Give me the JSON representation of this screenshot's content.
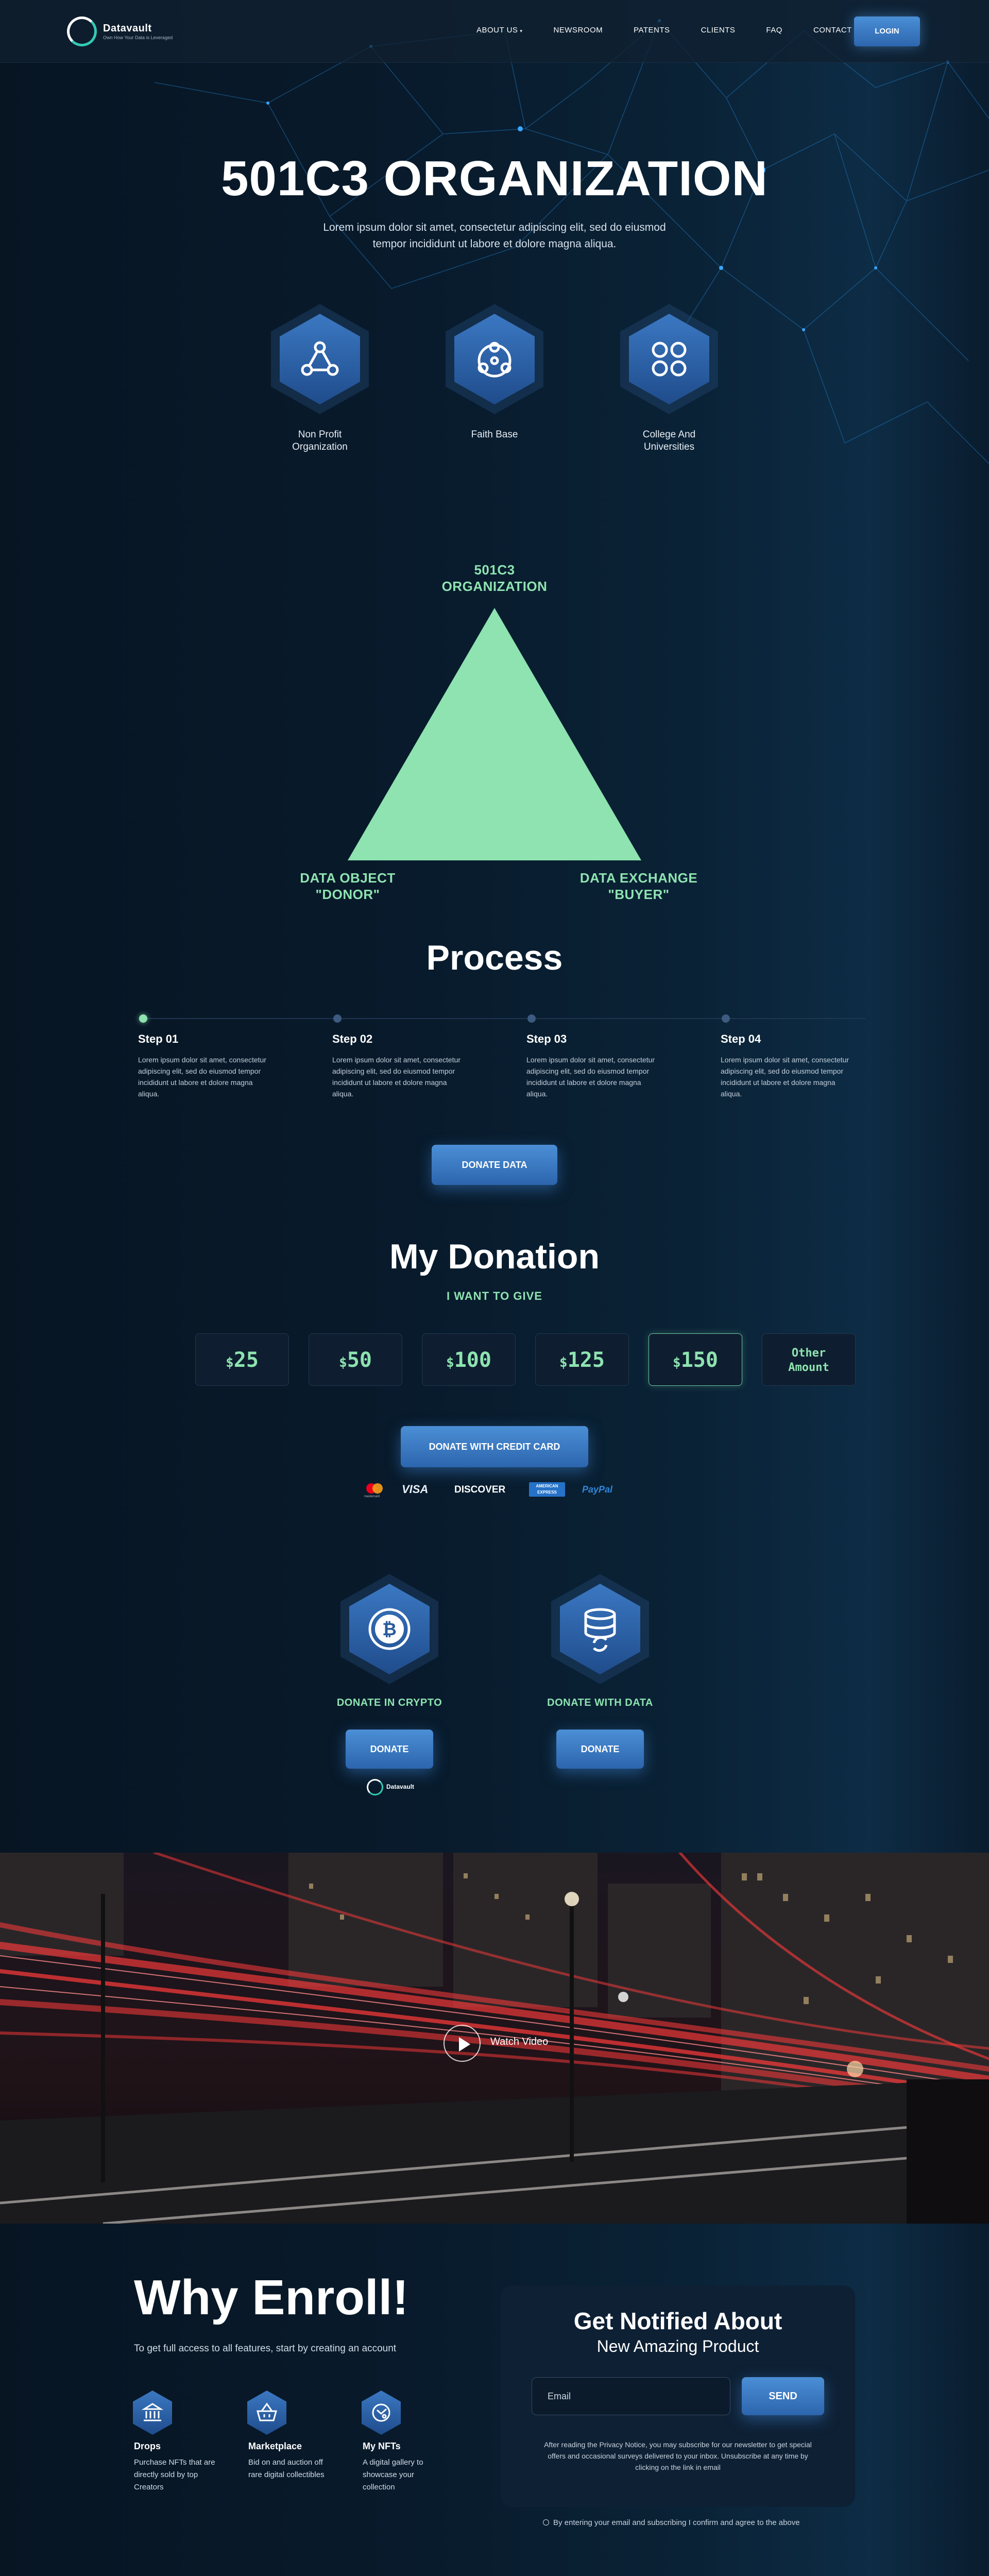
{
  "nav": {
    "logo_name": "Datavault",
    "logo_tagline": "Own How Your Data is Leveraged",
    "links": [
      "ABOUT US",
      "NEWSROOM",
      "PATENTS",
      "CLIENTS",
      "FAQ",
      "CONTACT"
    ],
    "login": "LOGIN"
  },
  "hero": {
    "title": "501C3 ORGANIZATION",
    "subtitle_line1": "Lorem ipsum dolor sit amet, consectetur adipiscing elit, sed do eiusmod",
    "subtitle_line2": "tempor incididunt ut labore et dolore magna aliqua.",
    "categories": [
      {
        "icon": "network-nodes-icon",
        "line1": "Non Profit",
        "line2": "Organization"
      },
      {
        "icon": "community-icon",
        "line1": "Faith Base",
        "line2": ""
      },
      {
        "icon": "connected-circles-icon",
        "line1": "College And",
        "line2": "Universities"
      }
    ]
  },
  "triangle": {
    "top_line1": "501C3",
    "top_line2": "ORGANIZATION",
    "left_line1": "DATA OBJECT",
    "left_line2": "\"DONOR\"",
    "right_line1": "DATA EXCHANGE",
    "right_line2": "\"BUYER\"",
    "color": "#8ee3b0"
  },
  "process": {
    "title": "Process",
    "steps": [
      {
        "title": "Step 01",
        "text": "Lorem ipsum dolor sit amet, consectetur adipiscing elit, sed do eiusmod tempor incididunt ut labore et dolore magna aliqua."
      },
      {
        "title": "Step 02",
        "text": "Lorem ipsum dolor sit amet, consectetur adipiscing elit, sed do eiusmod tempor incididunt ut labore et dolore magna aliqua."
      },
      {
        "title": "Step 03",
        "text": "Lorem ipsum dolor sit amet, consectetur adipiscing elit, sed do eiusmod tempor incididunt ut labore et dolore magna aliqua."
      },
      {
        "title": "Step 04",
        "text": "Lorem ipsum dolor sit amet, consectetur adipiscing elit, sed do eiusmod tempor incididunt ut labore et dolore magna aliqua."
      }
    ],
    "button": "DONATE DATA"
  },
  "donation": {
    "title": "My Donation",
    "give_label": "I WANT TO GIVE",
    "currency": "$",
    "amounts": [
      "25",
      "50",
      "100",
      "125",
      "150"
    ],
    "selected": "150",
    "other_line1": "Other",
    "other_line2": "Amount",
    "credit_button": "DONATE WITH CREDIT CARD",
    "cards": {
      "mastercard": "mastercard",
      "visa": "VISA",
      "discover": "DISCOVER",
      "amex_line1": "AMERICAN",
      "amex_line2": "EXPRESS",
      "paypal": "PayPal"
    },
    "options": [
      {
        "icon": "bitcoin-icon",
        "label": "DONATE IN CRYPTO",
        "button": "DONATE"
      },
      {
        "icon": "database-sync-icon",
        "label": "DONATE WITH DATA",
        "button": "DONATE"
      }
    ],
    "small_logo": "Datavault"
  },
  "video": {
    "label": "Watch Video"
  },
  "enroll": {
    "title": "Why Enroll!",
    "subtitle": "To get full access to all features, start by creating an account",
    "features": [
      {
        "icon": "bank-icon",
        "title": "Drops",
        "text": "Purchase NFTs that are directly sold by top Creators"
      },
      {
        "icon": "basket-icon",
        "title": "Marketplace",
        "text": "Bid on and auction off rare digital collectibles"
      },
      {
        "icon": "palette-icon",
        "title": "My NFTs",
        "text": "A digital gallery to showcase your collection"
      }
    ]
  },
  "notify": {
    "title": "Get Notified About",
    "subtitle": "New Amazing Product",
    "email_placeholder": "Email",
    "send": "SEND",
    "privacy": "After reading the Privacy Notice, you may subscribe for our newsletter to get special offers and occasional surveys delivered to your inbox. Unsubscribe at any time  by clicking on the link in email",
    "consent": "By entering your email and subscribing I confirm and agree to the above"
  }
}
